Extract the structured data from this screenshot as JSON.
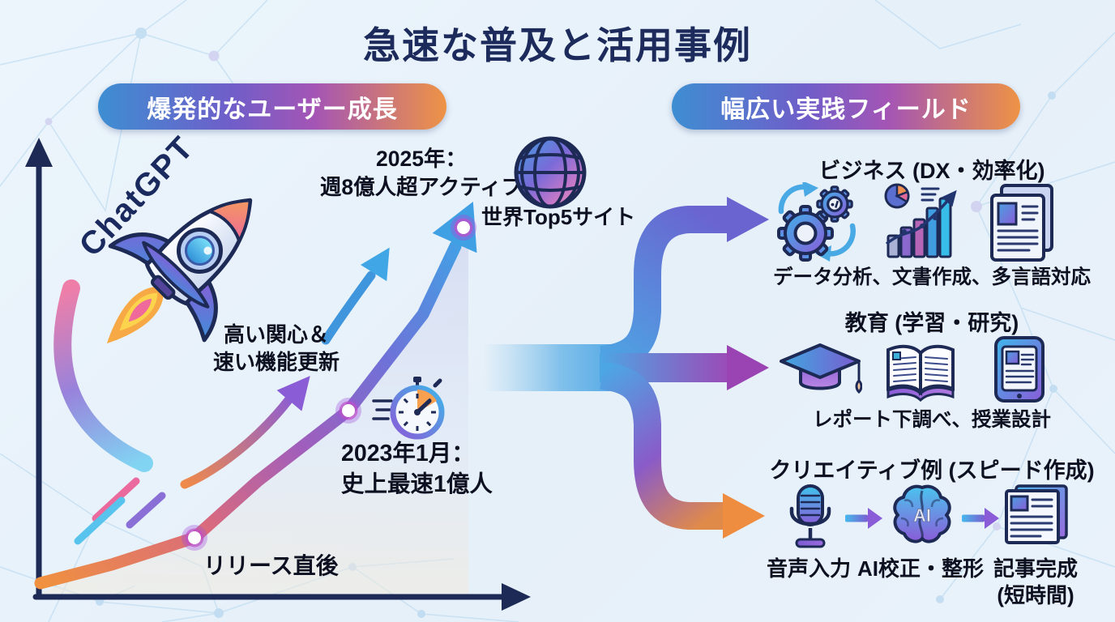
{
  "title": "急速な普及と活用事例",
  "growth": {
    "header": "爆発的なユーザー成長",
    "rocket_label": "ChatGPT",
    "milestone_2025": {
      "line1": "2025年：",
      "line2": "週8億人超アクティブ"
    },
    "top5_label": "世界Top5サイト",
    "interest": {
      "line1": "高い関心＆",
      "line2": "速い機能更新"
    },
    "milestone_2023": {
      "line1": "2023年1月：",
      "line2": "史上最速1億人"
    },
    "release_label": "リリース直後"
  },
  "fields": {
    "header": "幅広い実践フィールド",
    "business": {
      "title": "ビジネス (DX・効率化)",
      "caption": "データ分析、文書作成、多言語対応",
      "icons": [
        "gears-icon",
        "analytics-chart-icon",
        "documents-icon"
      ]
    },
    "education": {
      "title": "教育 (学習・研究)",
      "caption": "レポート下調べ、授業設計",
      "icons": [
        "graduation-cap-icon",
        "open-book-icon",
        "tablet-icon"
      ]
    },
    "creative": {
      "title": "クリエイティブ例 (スピード作成)",
      "brain_label": "AI",
      "steps": [
        {
          "icon": "microphone-icon",
          "label": "音声入力"
        },
        {
          "icon": "ai-brain-icon",
          "label": "AI校正・整形"
        },
        {
          "icon": "article-icon",
          "label": "記事完成",
          "label2": "(短時間)"
        }
      ]
    }
  },
  "colors": {
    "background": "#e9f3fa",
    "title_navy": "#1c2a5c",
    "badge_gradient": [
      "#3e8ed2",
      "#6f5ec9",
      "#a455b5",
      "#ee9345"
    ],
    "accent_cyan": "#3fb0e8",
    "accent_purple": "#8a5cd8",
    "accent_orange": "#ee9045",
    "growth_line_gradient": [
      "#f0913f",
      "#a05ebc",
      "#3fa4e6"
    ],
    "text_dark": "#0d1020"
  }
}
